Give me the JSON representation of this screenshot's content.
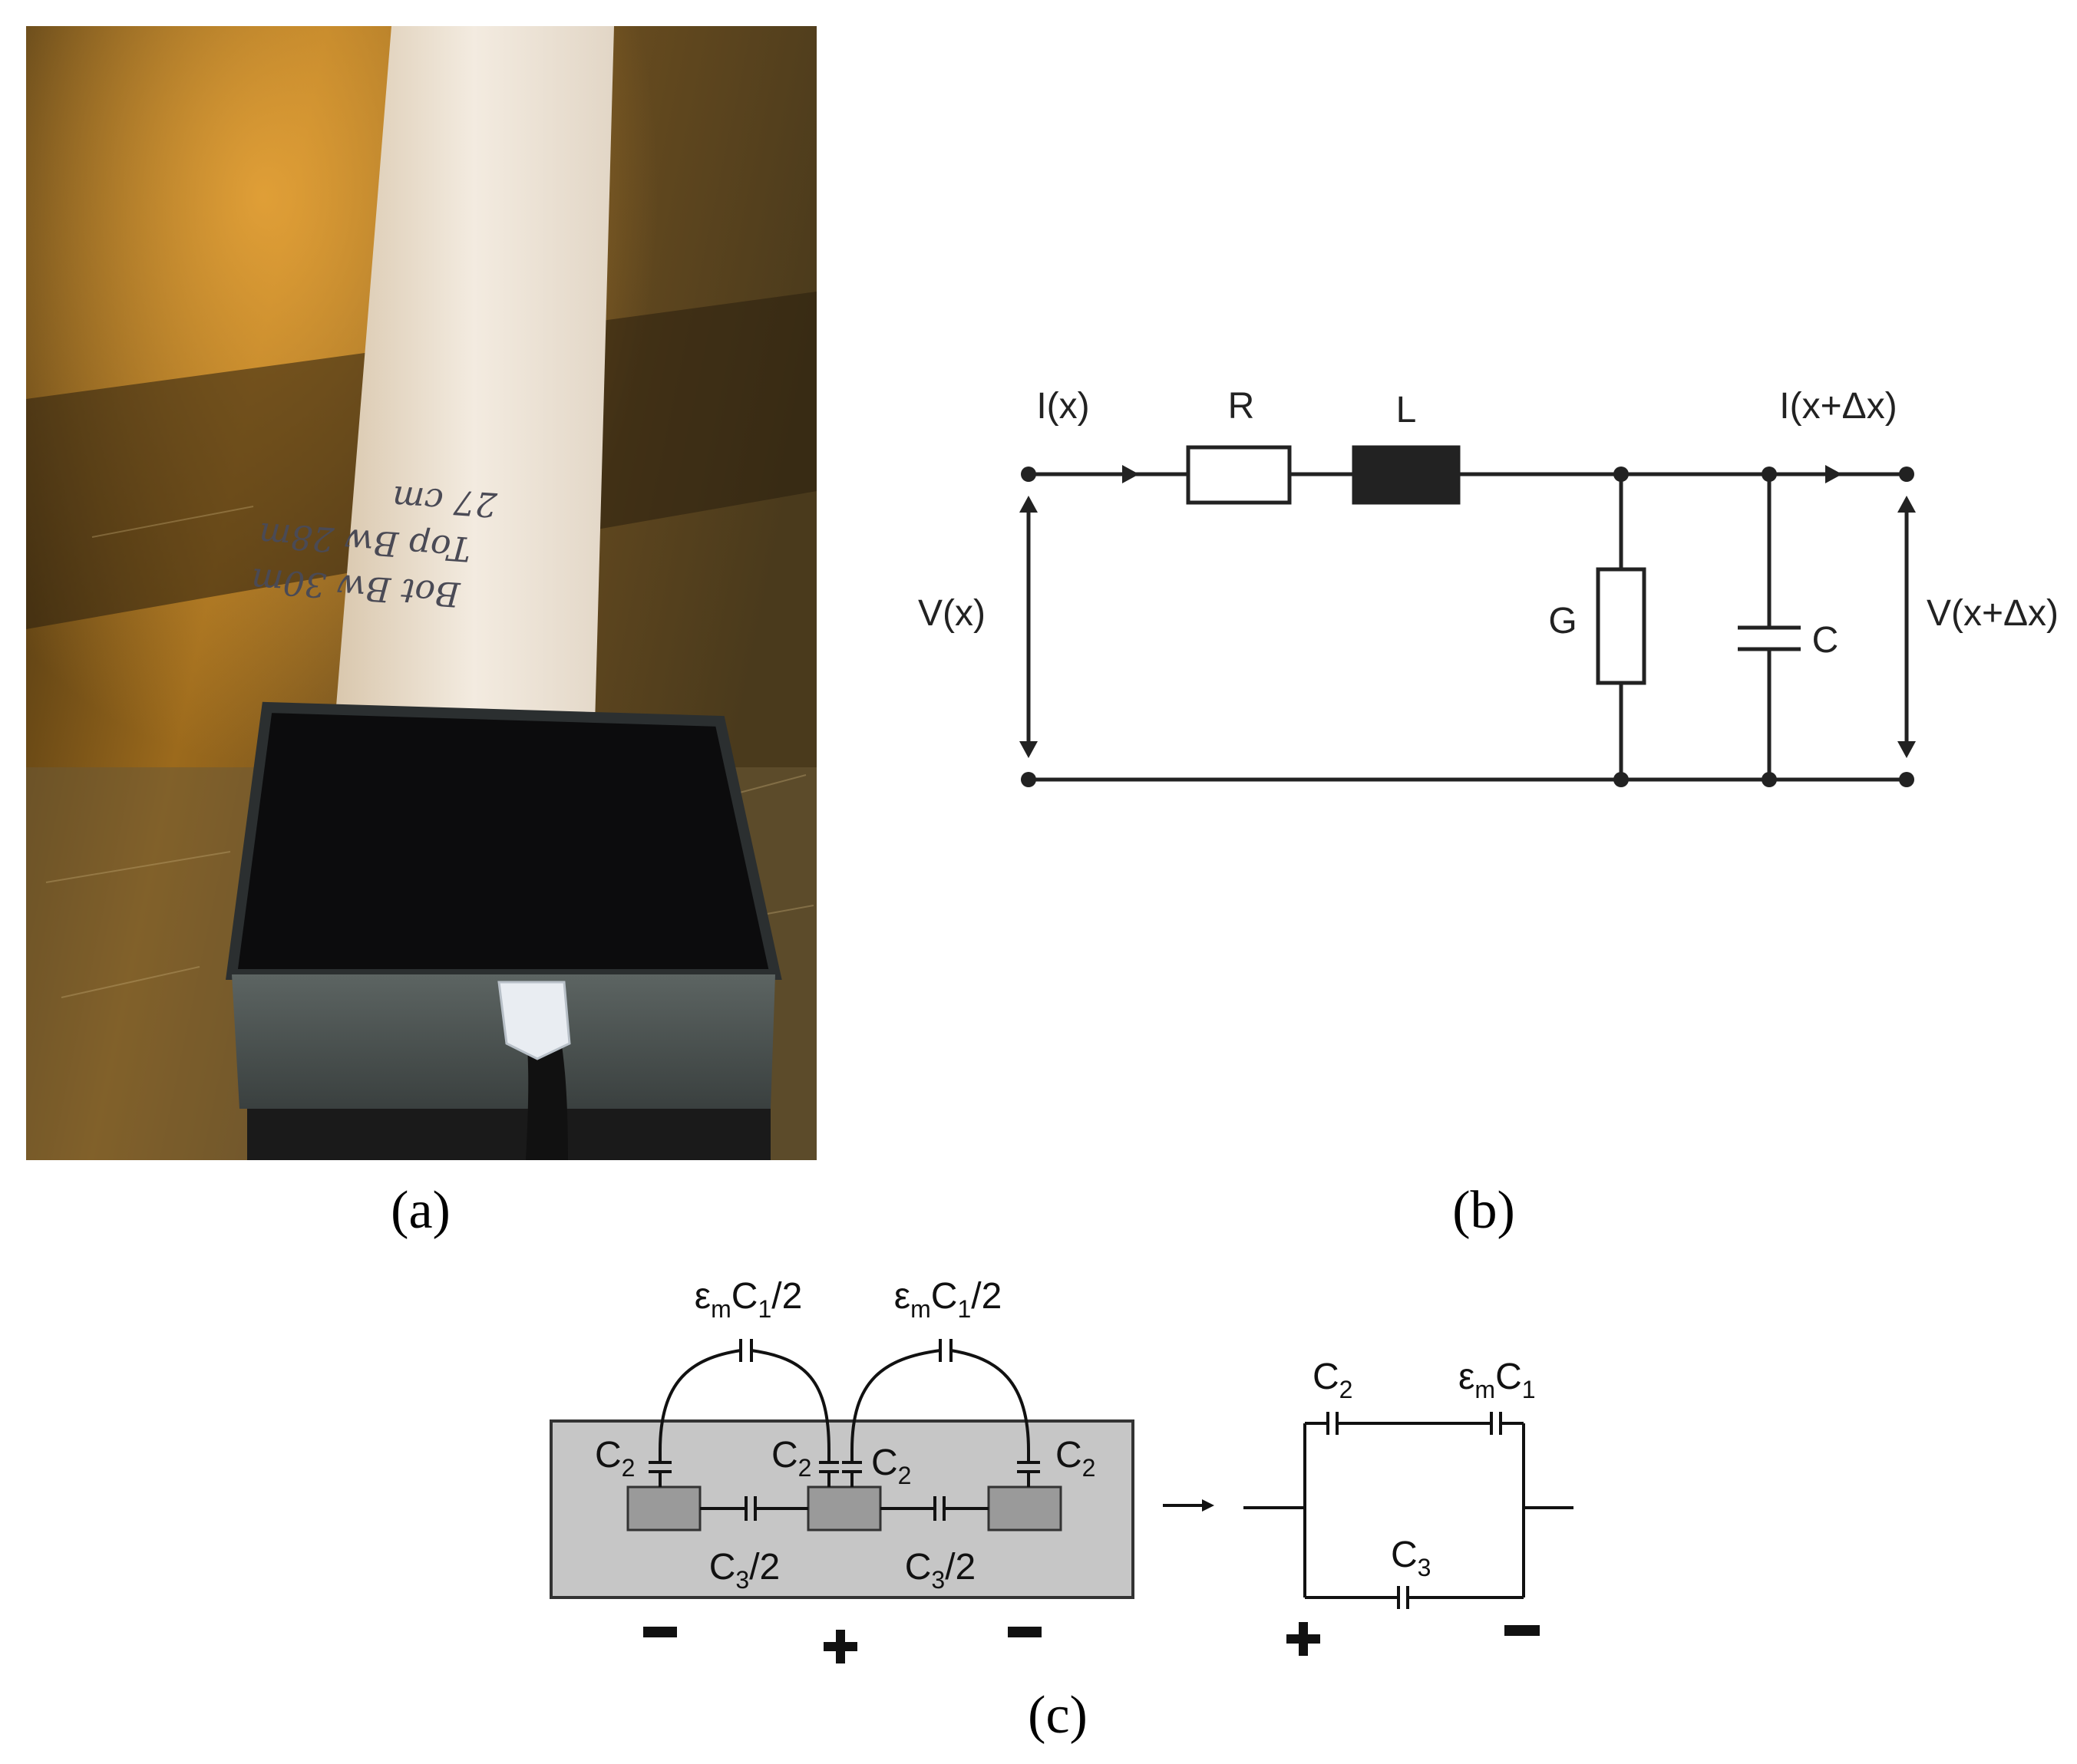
{
  "panel_a": {
    "caption": "(a)",
    "photo_handwriting": [
      "Bot Bw 30m",
      "Top Bw 28m",
      "27 cm"
    ]
  },
  "panel_b": {
    "caption": "(b)",
    "labels": {
      "current_in": "I(x)",
      "current_out": "I(x+Δx)",
      "voltage_in": "V(x)",
      "voltage_out": "V(x+Δx)",
      "resistor": "R",
      "inductor": "L",
      "conductance": "G",
      "capacitor": "C"
    }
  },
  "panel_c": {
    "caption": "(c)",
    "arrow": "→",
    "left": {
      "top_cap_left": {
        "base": "ε",
        "sub1": "m",
        "mid": "C",
        "sub2": "1",
        "tail": "/2"
      },
      "top_cap_right": {
        "base": "ε",
        "sub1": "m",
        "mid": "C",
        "sub2": "1",
        "tail": "/2"
      },
      "c2": {
        "base": "C",
        "sub": "2"
      },
      "c3_half": {
        "base": "C",
        "sub": "3",
        "tail": "/2"
      },
      "polarity": [
        "-",
        "+",
        "-"
      ]
    },
    "right": {
      "c2": {
        "base": "C",
        "sub": "2"
      },
      "em_c1": {
        "base": "ε",
        "sub1": "m",
        "mid": "C",
        "sub2": "1"
      },
      "c3": {
        "base": "C",
        "sub": "3"
      },
      "polarity": [
        "+",
        "-"
      ]
    }
  }
}
